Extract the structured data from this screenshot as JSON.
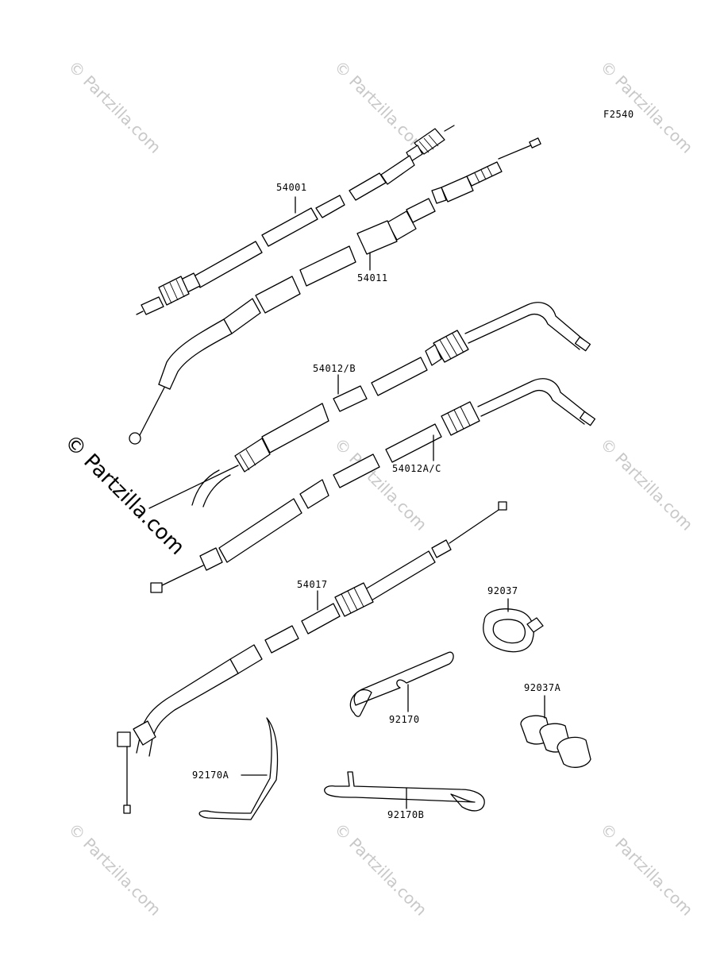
{
  "diagram_code": "F2540",
  "watermarks": {
    "small": "© Partzilla.com",
    "large": "© Partzilla.com"
  },
  "parts": [
    {
      "id": "speedometer-cable",
      "label": "54001"
    },
    {
      "id": "tachometer-cable",
      "label": "54011"
    },
    {
      "id": "throttle-cable-b",
      "label": "54012/B"
    },
    {
      "id": "throttle-cable-a",
      "label": "54012A/C"
    },
    {
      "id": "choke-cable",
      "label": "54017"
    },
    {
      "id": "clamp-92037",
      "label": "92037"
    },
    {
      "id": "clamp-92037a",
      "label": "92037A"
    },
    {
      "id": "clamp-92170",
      "label": "92170"
    },
    {
      "id": "clamp-92170a",
      "label": "92170A"
    },
    {
      "id": "clamp-92170b",
      "label": "92170B"
    }
  ]
}
